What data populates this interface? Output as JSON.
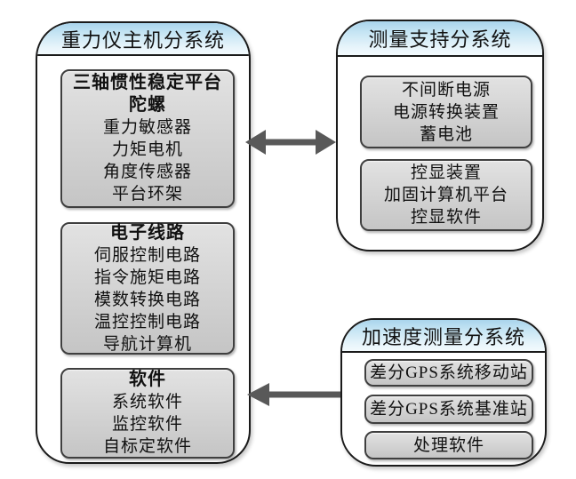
{
  "panels": [
    {
      "title": "重力仪主机分系统",
      "boxes": [
        {
          "lines": [
            "三轴惯性稳定平台",
            "陀螺",
            "重力敏感器",
            "力矩电机",
            "角度传感器",
            "平台环架"
          ]
        },
        {
          "lines": [
            "电子线路",
            "伺服控制电路",
            "指令施矩电路",
            "模数转换电路",
            "温控控制电路",
            "导航计算机"
          ]
        },
        {
          "lines": [
            "软件",
            "系统软件",
            "监控软件",
            "自标定软件"
          ]
        }
      ]
    },
    {
      "title": "测量支持分系统",
      "boxes": [
        {
          "lines": [
            "不间断电源",
            "电源转换装置",
            "蓄电池"
          ]
        },
        {
          "lines": [
            "控显装置",
            "加固计算机平台",
            "控显软件"
          ]
        }
      ]
    },
    {
      "title": "加速度测量分系统",
      "boxes": [
        {
          "lines": [
            "差分GPS系统移动站"
          ]
        },
        {
          "lines": [
            "差分GPS系统基准站"
          ]
        },
        {
          "lines": [
            "处理软件"
          ]
        }
      ]
    }
  ],
  "arrows": [
    {
      "type": "double-headed",
      "between": [
        "重力仪主机分系统",
        "测量支持分系统"
      ]
    },
    {
      "type": "left-pointing",
      "between": [
        "加速度测量分系统",
        "重力仪主机分系统"
      ]
    }
  ],
  "colors": {
    "title_gradient_top": "#a9d4ec",
    "title_gradient_bottom": "#f2fafd",
    "box_fill": "#d2d2d2",
    "box_border": "#3f3f3f",
    "panel_border": "#1a1a1a",
    "arrow": "#595959",
    "background": "#ffffff"
  }
}
